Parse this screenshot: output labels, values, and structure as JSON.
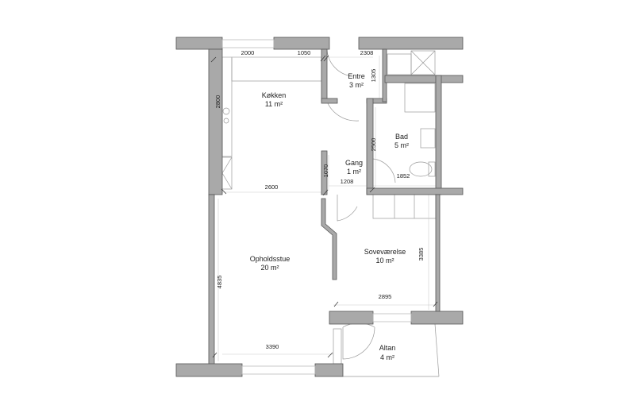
{
  "rooms": [
    {
      "name": "Køkken",
      "area": "11 m²"
    },
    {
      "name": "Entre",
      "area": "3 m²"
    },
    {
      "name": "Bad",
      "area": "5 m²"
    },
    {
      "name": "Gang",
      "area": "1 m²"
    },
    {
      "name": "Opholdsstue",
      "area": "20 m²"
    },
    {
      "name": "Soveværelse",
      "area": "10 m²"
    },
    {
      "name": "Altan",
      "area": "4 m²"
    }
  ],
  "dimensions": {
    "kitchen_window_width": "2000",
    "kitchen_top_right": "1050",
    "entre_width": "2308",
    "entre_depth": "1305",
    "kitchen_depth": "2800",
    "bath_depth": "2500",
    "gang_depth": "1070",
    "gang_width": "1208",
    "bath_width": "1852",
    "kitchen_width": "2600",
    "living_depth": "4835",
    "bedroom_depth": "3385",
    "bedroom_width": "2895",
    "living_width": "3390"
  },
  "colors": {
    "wall": "#a9a9a9",
    "line": "#555555"
  }
}
